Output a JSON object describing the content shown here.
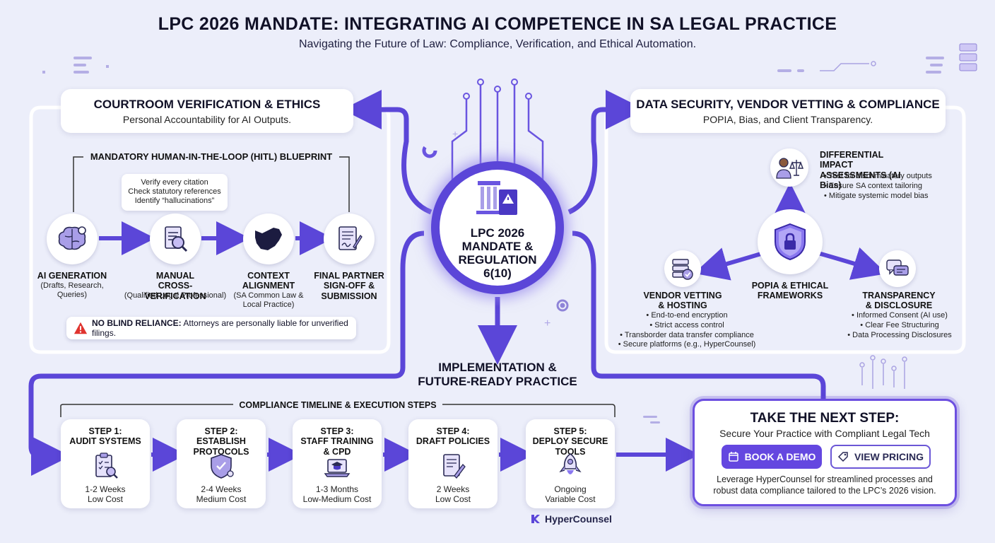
{
  "header": {
    "title": "LPC 2026 MANDATE: INTEGRATING AI COMPETENCE IN SA LEGAL PRACTICE",
    "subtitle": "Navigating the Future of Law: Compliance, Verification, and Ethical Automation."
  },
  "left_panel": {
    "title": "COURTROOM VERIFICATION & ETHICS",
    "subtitle": "Personal Accountability for AI Outputs.",
    "blueprint_label": "MANDATORY HUMAN-IN-THE-LOOP (HITL) BLUEPRINT",
    "callout": [
      "Verify every citation",
      "Check statutory references",
      "Identify “hallucinations”"
    ],
    "stages": [
      {
        "title": "AI GENERATION",
        "detail": "(Drafts, Research,\nQueries)",
        "icon": "brain-gear-icon"
      },
      {
        "title": "MANUAL\nCROSS-VERIFICATION",
        "detail": "(Qualified Legal Professional)",
        "icon": "document-magnifier-icon"
      },
      {
        "title": "CONTEXT\nALIGNMENT",
        "detail": "(SA Common Law &\nLocal Practice)",
        "icon": "south-africa-map-icon"
      },
      {
        "title": "FINAL PARTNER\nSIGN-OFF &\nSUBMISSION",
        "detail": "",
        "icon": "signed-document-icon"
      }
    ],
    "warning_bold": "NO BLIND RELIANCE:",
    "warning_text": "Attorneys are personally liable for unverified filings."
  },
  "center": {
    "label": "LPC 2026\nMANDATE &\nREGULATION\n6(10)",
    "icon": "pillar-book-icon"
  },
  "right_panel": {
    "title": "DATA SECURITY, VENDOR VETTING & COMPLIANCE",
    "subtitle": "POPIA, Bias, and Client Transparency.",
    "hub_label": "POPIA & ETHICAL\nFRAMEWORKS",
    "top": {
      "title": "DIFFERENTIAL IMPACT\nASSESSMENTS (AI Bias)",
      "bullets": [
        "Test for discriminatory outputs",
        "Ensure SA context tailoring",
        "Mitigate systemic model bias"
      ]
    },
    "left": {
      "title": "VENDOR VETTING\n& HOSTING",
      "bullets": [
        "End-to-end encryption",
        "Strict access control",
        "Transborder data transfer compliance",
        "Secure platforms (e.g., HyperCounsel)"
      ]
    },
    "right": {
      "title": "TRANSPARENCY\n& DISCLOSURE",
      "bullets": [
        "Informed Consent (AI use)",
        "Clear Fee Structuring",
        "Data Processing Disclosures"
      ]
    }
  },
  "implementation": {
    "title": "IMPLEMENTATION &\nFUTURE-READY PRACTICE",
    "timeline_label": "COMPLIANCE TIMELINE & EXECUTION STEPS",
    "steps": [
      {
        "title": "STEP 1:\nAUDIT SYSTEMS",
        "duration": "1-2 Weeks",
        "cost": "Low Cost",
        "icon": "clipboard-check-icon"
      },
      {
        "title": "STEP 2:\nESTABLISH\nPROTOCOLS",
        "duration": "2-4 Weeks",
        "cost": "Medium Cost",
        "icon": "shield-gear-icon"
      },
      {
        "title": "STEP 3:\nSTAFF TRAINING\n& CPD",
        "duration": "1-3 Months",
        "cost": "Low-Medium Cost",
        "icon": "laptop-graduation-icon"
      },
      {
        "title": "STEP 4:\nDRAFT POLICIES",
        "duration": "2 Weeks",
        "cost": "Low Cost",
        "icon": "document-pen-icon"
      },
      {
        "title": "STEP 5:\nDEPLOY SECURE\nTOOLS",
        "duration": "Ongoing",
        "cost": "Variable Cost",
        "icon": "rocket-icon"
      }
    ]
  },
  "cta": {
    "title": "TAKE THE NEXT STEP:",
    "subtitle": "Secure Your Practice with Compliant Legal Tech",
    "book_demo": "BOOK A DEMO",
    "view_pricing": "VIEW PRICING",
    "body": "Leverage HyperCounsel for streamlined processes and\nrobust data compliance tailored to the LPC’s 2026 vision."
  },
  "brand": {
    "name": "HyperCounsel"
  },
  "colors": {
    "accent": "#5b46d8",
    "accent_light": "#8a78f0",
    "background": "#eceefa",
    "warning": "#e0342f"
  }
}
